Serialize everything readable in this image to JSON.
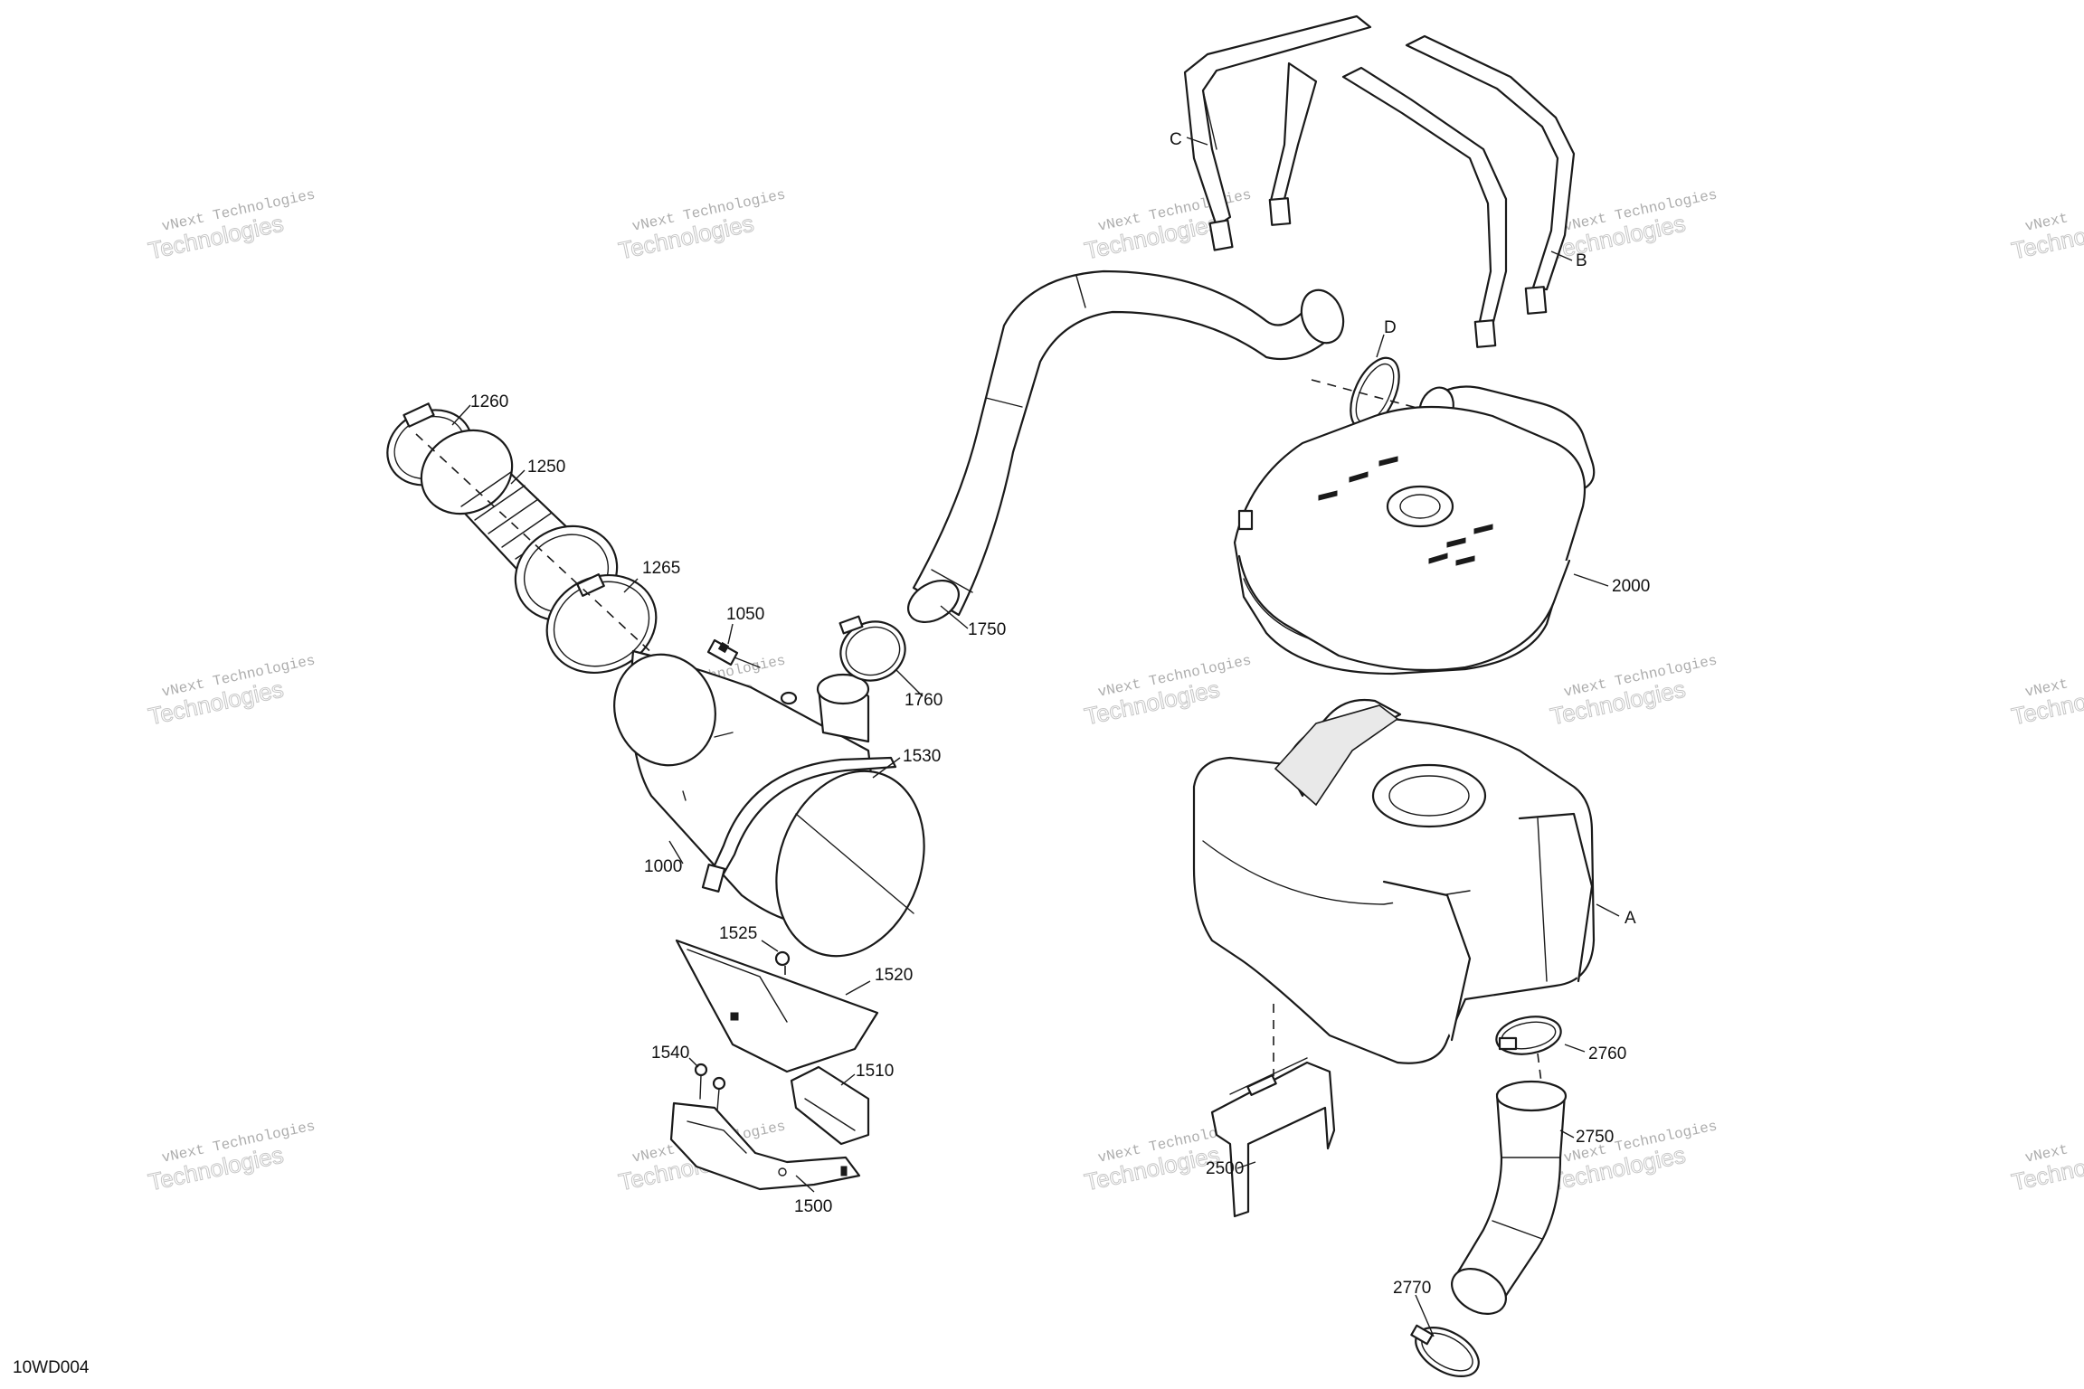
{
  "diagram": {
    "id_code": "10WD004",
    "watermark": {
      "line1": "vNext Technologies",
      "line2": "Technologies",
      "fragment": "vNext"
    },
    "callouts": [
      {
        "key": "c1260",
        "text": "1260"
      },
      {
        "key": "c1250",
        "text": "1250"
      },
      {
        "key": "c1265",
        "text": "1265"
      },
      {
        "key": "c1050",
        "text": "1050"
      },
      {
        "key": "c1530",
        "text": "1530"
      },
      {
        "key": "c1000",
        "text": "1000"
      },
      {
        "key": "c1750",
        "text": "1750"
      },
      {
        "key": "c1760",
        "text": "1760"
      },
      {
        "key": "c1525",
        "text": "1525"
      },
      {
        "key": "c1520",
        "text": "1520"
      },
      {
        "key": "c1540",
        "text": "1540"
      },
      {
        "key": "c1510",
        "text": "1510"
      },
      {
        "key": "c1500",
        "text": "1500"
      },
      {
        "key": "cC",
        "text": "C"
      },
      {
        "key": "cB",
        "text": "B"
      },
      {
        "key": "cD",
        "text": "D"
      },
      {
        "key": "c2000",
        "text": "2000"
      },
      {
        "key": "cA",
        "text": "A"
      },
      {
        "key": "c2760",
        "text": "2760"
      },
      {
        "key": "c2750",
        "text": "2750"
      },
      {
        "key": "c2500",
        "text": "2500"
      },
      {
        "key": "c2770",
        "text": "2770"
      }
    ]
  }
}
